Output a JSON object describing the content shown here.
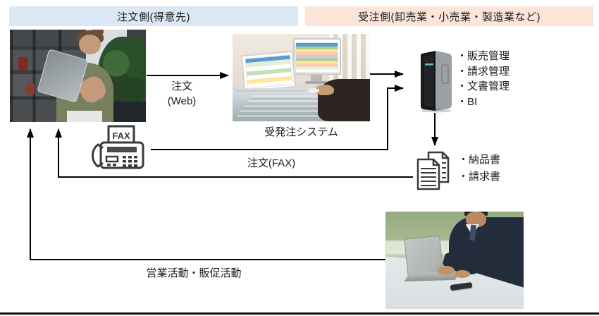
{
  "headers": {
    "order_side": "注文側(得意先)",
    "receiver_side": "受注側(卸売業・小売業・製造業など)"
  },
  "flow_labels": {
    "order_web_line1": "注文",
    "order_web_line2": "(Web)",
    "order_system": "受発注システム",
    "order_fax": "注文(FAX)",
    "sales_activity": "営業活動・販促活動"
  },
  "server_functions": [
    "・販売管理",
    "・請求管理",
    "・文書管理",
    "・BI"
  ],
  "output_documents": [
    "・納品書",
    "・請求書"
  ],
  "icons": {
    "fax_label": "FAX",
    "fax_machine": "fax-machine-icon",
    "server": "server-icon",
    "documents": "documents-icon"
  },
  "colors": {
    "order_side_bg": "#dbe8f4",
    "receiver_side_bg": "#fbe5d6",
    "connector": "#000000"
  }
}
